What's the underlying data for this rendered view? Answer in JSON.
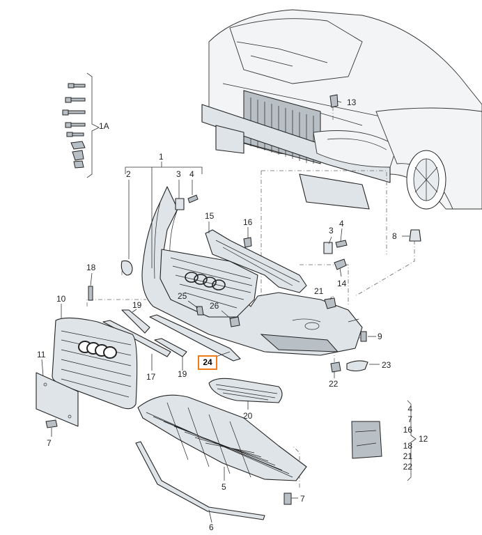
{
  "callouts": {
    "c1": "1",
    "c1A": "1A",
    "c2": "2",
    "c3a": "3",
    "c4a": "4",
    "c5": "5",
    "c6": "6",
    "c7a": "7",
    "c7b": "7",
    "c8": "8",
    "c9": "9",
    "c10": "10",
    "c11": "11",
    "c13": "13",
    "c14": "14",
    "c15": "15",
    "c16": "16",
    "c17": "17",
    "c18": "18",
    "c19a": "19",
    "c19b": "19",
    "c20": "20",
    "c21": "21",
    "c22": "22",
    "c23": "23",
    "c24": "24",
    "c25": "25",
    "c26": "26",
    "c3b": "3",
    "c4b": "4"
  },
  "kit_list": {
    "label": "12",
    "items": [
      "4",
      "7",
      "16",
      "18",
      "21",
      "22"
    ]
  },
  "highlight_color": "#f07a14"
}
